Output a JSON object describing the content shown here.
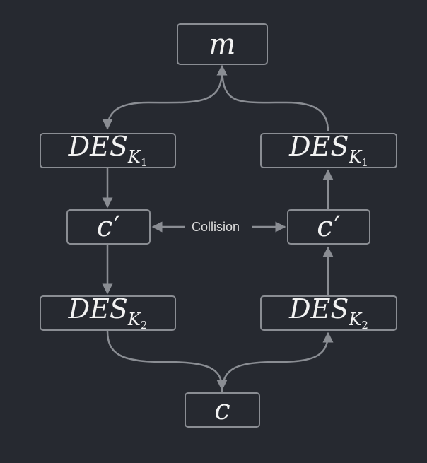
{
  "nodes": {
    "m": {
      "letter": "m"
    },
    "des_k1_left": {
      "base": "DES",
      "sub": "K",
      "subsub": "1"
    },
    "des_k1_right": {
      "base": "DES",
      "sub": "K",
      "subsub": "1"
    },
    "c_prime_left": {
      "letter": "c",
      "prime": "′"
    },
    "c_prime_right": {
      "letter": "c",
      "prime": "′"
    },
    "des_k2_left": {
      "base": "DES",
      "sub": "K",
      "subsub": "2"
    },
    "des_k2_right": {
      "base": "DES",
      "sub": "K",
      "subsub": "2"
    },
    "c": {
      "letter": "c"
    }
  },
  "edges": {
    "collision_label": "Collision"
  },
  "colors": {
    "background": "#262930",
    "border": "#8a8d93",
    "edge": "#8a8d93",
    "text": "#f2f2f2"
  }
}
